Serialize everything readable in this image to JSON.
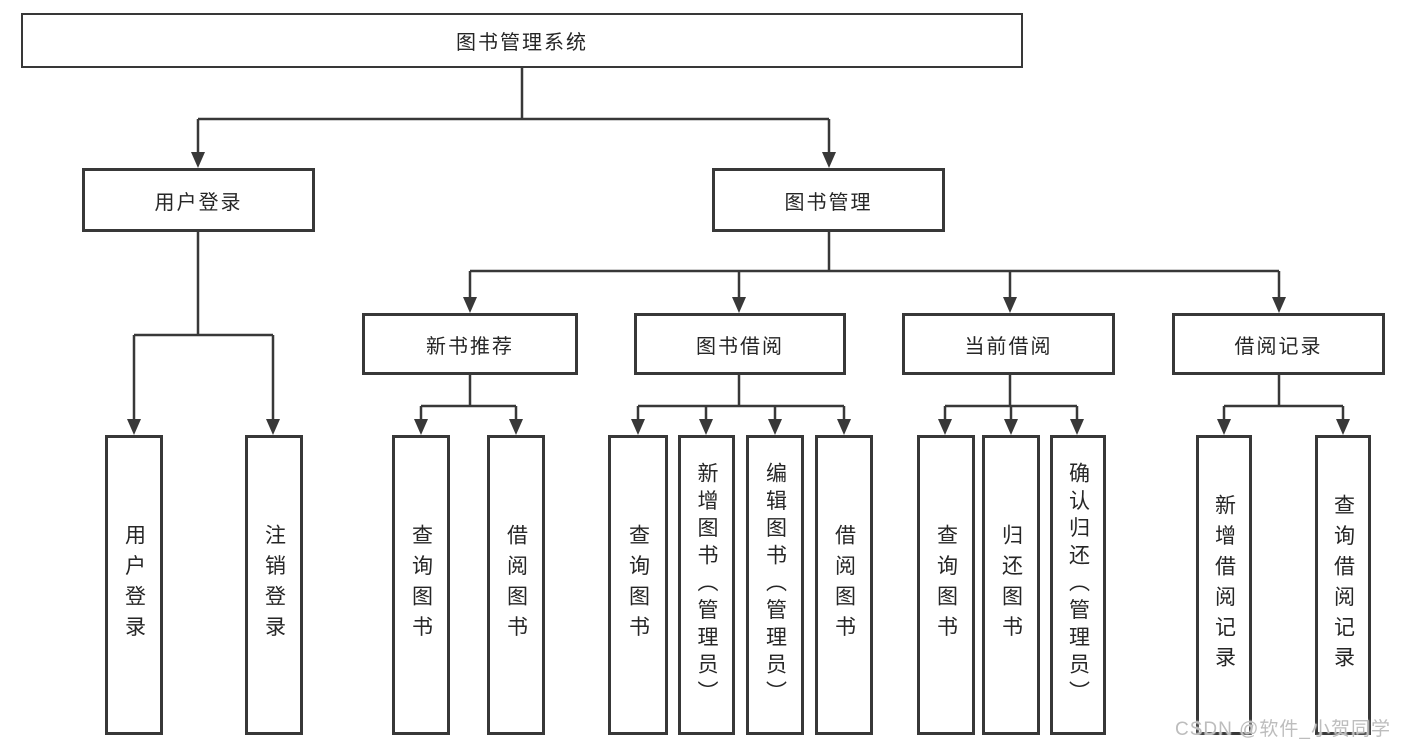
{
  "diagram": {
    "root": {
      "label": "图书管理系统"
    },
    "branches": [
      {
        "label": "用户登录",
        "children": [
          {
            "label": "用户登录"
          },
          {
            "label": "注销登录"
          }
        ]
      },
      {
        "label": "图书管理",
        "children": [
          {
            "label": "新书推荐",
            "children": [
              {
                "label": "查询图书"
              },
              {
                "label": "借阅图书"
              }
            ]
          },
          {
            "label": "图书借阅",
            "children": [
              {
                "label": "查询图书"
              },
              {
                "label": "新增图书（管理员）"
              },
              {
                "label": "编辑图书（管理员）"
              },
              {
                "label": "借阅图书"
              }
            ]
          },
          {
            "label": "当前借阅",
            "children": [
              {
                "label": "查询图书"
              },
              {
                "label": "归还图书"
              },
              {
                "label": "确认归还（管理员）"
              }
            ]
          },
          {
            "label": "借阅记录",
            "children": [
              {
                "label": "新增借阅记录"
              },
              {
                "label": "查询借阅记录"
              }
            ]
          }
        ]
      }
    ],
    "watermark": "CSDN @软件_小贺同学",
    "colors": {
      "line": "#383838",
      "text": "#262626",
      "background": "#ffffff",
      "watermark": "#bdbdbd"
    }
  }
}
